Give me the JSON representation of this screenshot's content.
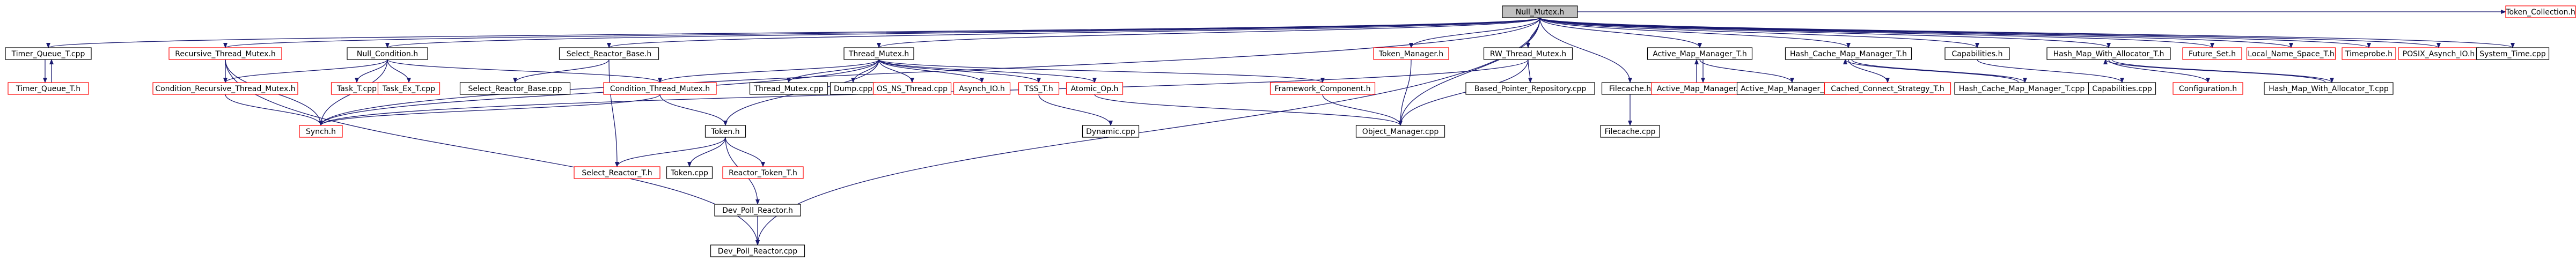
{
  "colors": {
    "edge": "#191970",
    "border_normal": "#000000",
    "border_missing": "#ff0000",
    "fill_normal": "#ffffff",
    "fill_root": "#bfbfbf"
  },
  "nodes": [
    {
      "id": "null_mutex_h",
      "label": "Null_Mutex.h",
      "kind": "root"
    },
    {
      "id": "timer_queue_t_cpp",
      "label": "Timer_Queue_T.cpp",
      "kind": "normal"
    },
    {
      "id": "timer_queue_t_h",
      "label": "Timer_Queue_T.h",
      "kind": "missing"
    },
    {
      "id": "recursive_thread_mutex_h",
      "label": "Recursive_Thread_Mutex.h",
      "kind": "missing"
    },
    {
      "id": "condition_recursive_thread_mutex_h",
      "label": "Condition_Recursive_Thread_Mutex.h",
      "kind": "missing"
    },
    {
      "id": "null_condition_h",
      "label": "Null_Condition.h",
      "kind": "normal"
    },
    {
      "id": "task_t_cpp",
      "label": "Task_T.cpp",
      "kind": "missing"
    },
    {
      "id": "task_ex_t_cpp",
      "label": "Task_Ex_T.cpp",
      "kind": "missing"
    },
    {
      "id": "select_reactor_base_h",
      "label": "Select_Reactor_Base.h",
      "kind": "normal"
    },
    {
      "id": "select_reactor_base_cpp",
      "label": "Select_Reactor_Base.cpp",
      "kind": "normal"
    },
    {
      "id": "condition_thread_mutex_h",
      "label": "Condition_Thread_Mutex.h",
      "kind": "missing"
    },
    {
      "id": "synch_h",
      "label": "Synch.h",
      "kind": "missing"
    },
    {
      "id": "thread_mutex_h",
      "label": "Thread_Mutex.h",
      "kind": "normal"
    },
    {
      "id": "thread_mutex_cpp",
      "label": "Thread_Mutex.cpp",
      "kind": "normal"
    },
    {
      "id": "dump_cpp",
      "label": "Dump.cpp",
      "kind": "normal"
    },
    {
      "id": "os_ns_thread_cpp",
      "label": "OS_NS_Thread.cpp",
      "kind": "missing"
    },
    {
      "id": "asynch_io_h",
      "label": "Asynch_IO.h",
      "kind": "missing"
    },
    {
      "id": "tss_t_h",
      "label": "TSS_T.h",
      "kind": "missing"
    },
    {
      "id": "atomic_op_h",
      "label": "Atomic_Op.h",
      "kind": "missing"
    },
    {
      "id": "token_h",
      "label": "Token.h",
      "kind": "normal"
    },
    {
      "id": "select_reactor_t_h",
      "label": "Select_Reactor_T.h",
      "kind": "missing"
    },
    {
      "id": "token_cpp",
      "label": "Token.cpp",
      "kind": "normal"
    },
    {
      "id": "reactor_token_t_h",
      "label": "Reactor_Token_T.h",
      "kind": "missing"
    },
    {
      "id": "dev_poll_reactor_h",
      "label": "Dev_Poll_Reactor.h",
      "kind": "normal"
    },
    {
      "id": "dev_poll_reactor_cpp",
      "label": "Dev_Poll_Reactor.cpp",
      "kind": "normal"
    },
    {
      "id": "dynamic_cpp",
      "label": "Dynamic.cpp",
      "kind": "normal"
    },
    {
      "id": "token_manager_h",
      "label": "Token_Manager.h",
      "kind": "missing"
    },
    {
      "id": "framework_component_h",
      "label": "Framework_Component.h",
      "kind": "missing"
    },
    {
      "id": "rw_thread_mutex_h",
      "label": "RW_Thread_Mutex.h",
      "kind": "normal"
    },
    {
      "id": "based_pointer_repository_cpp",
      "label": "Based_Pointer_Repository.cpp",
      "kind": "normal"
    },
    {
      "id": "object_manager_cpp",
      "label": "Object_Manager.cpp",
      "kind": "normal"
    },
    {
      "id": "filecache_h",
      "label": "Filecache.h",
      "kind": "normal"
    },
    {
      "id": "filecache_cpp",
      "label": "Filecache.cpp",
      "kind": "normal"
    },
    {
      "id": "active_map_manager_t_h",
      "label": "Active_Map_Manager_T.h",
      "kind": "normal"
    },
    {
      "id": "active_map_manager_h",
      "label": "Active_Map_Manager.h",
      "kind": "missing"
    },
    {
      "id": "active_map_manager_t_cpp",
      "label": "Active_Map_Manager_T.cpp",
      "kind": "normal"
    },
    {
      "id": "hash_cache_map_manager_t_h",
      "label": "Hash_Cache_Map_Manager_T.h",
      "kind": "normal"
    },
    {
      "id": "cached_connect_strategy_t_h",
      "label": "Cached_Connect_Strategy_T.h",
      "kind": "missing"
    },
    {
      "id": "hash_cache_map_manager_t_cpp",
      "label": "Hash_Cache_Map_Manager_T.cpp",
      "kind": "normal"
    },
    {
      "id": "capabilities_h",
      "label": "Capabilities.h",
      "kind": "normal"
    },
    {
      "id": "capabilities_cpp",
      "label": "Capabilities.cpp",
      "kind": "normal"
    },
    {
      "id": "hash_map_with_allocator_t_h",
      "label": "Hash_Map_With_Allocator_T.h",
      "kind": "normal"
    },
    {
      "id": "configuration_h",
      "label": "Configuration.h",
      "kind": "missing"
    },
    {
      "id": "hash_map_with_allocator_t_cpp",
      "label": "Hash_Map_With_Allocator_T.cpp",
      "kind": "normal"
    },
    {
      "id": "future_set_h",
      "label": "Future_Set.h",
      "kind": "missing"
    },
    {
      "id": "local_name_space_t_h",
      "label": "Local_Name_Space_T.h",
      "kind": "missing"
    },
    {
      "id": "timeprobe_h",
      "label": "Timeprobe.h",
      "kind": "missing"
    },
    {
      "id": "posix_asynch_io_h",
      "label": "POSIX_Asynch_IO.h",
      "kind": "missing"
    },
    {
      "id": "system_time_cpp",
      "label": "System_Time.cpp",
      "kind": "normal"
    },
    {
      "id": "token_collection_h",
      "label": "Token_Collection.h",
      "kind": "missing"
    }
  ],
  "edges": [
    [
      "null_mutex_h",
      "timer_queue_t_cpp"
    ],
    [
      "null_mutex_h",
      "recursive_thread_mutex_h"
    ],
    [
      "null_mutex_h",
      "null_condition_h"
    ],
    [
      "null_mutex_h",
      "select_reactor_base_h"
    ],
    [
      "null_mutex_h",
      "thread_mutex_h"
    ],
    [
      "null_mutex_h",
      "token_manager_h"
    ],
    [
      "null_mutex_h",
      "rw_thread_mutex_h"
    ],
    [
      "null_mutex_h",
      "filecache_h"
    ],
    [
      "null_mutex_h",
      "active_map_manager_t_h"
    ],
    [
      "null_mutex_h",
      "hash_cache_map_manager_t_h"
    ],
    [
      "null_mutex_h",
      "capabilities_h"
    ],
    [
      "null_mutex_h",
      "hash_map_with_allocator_t_h"
    ],
    [
      "null_mutex_h",
      "future_set_h"
    ],
    [
      "null_mutex_h",
      "local_name_space_t_h"
    ],
    [
      "null_mutex_h",
      "timeprobe_h"
    ],
    [
      "null_mutex_h",
      "posix_asynch_io_h"
    ],
    [
      "null_mutex_h",
      "system_time_cpp"
    ],
    [
      "null_mutex_h",
      "token_collection_h"
    ],
    [
      "null_mutex_h",
      "synch_h"
    ],
    [
      "null_mutex_h",
      "object_manager_cpp"
    ],
    [
      "null_mutex_h",
      "dev_poll_reactor_cpp"
    ],
    [
      "timer_queue_t_cpp",
      "timer_queue_t_h"
    ],
    [
      "timer_queue_t_h",
      "timer_queue_t_cpp"
    ],
    [
      "recursive_thread_mutex_h",
      "condition_recursive_thread_mutex_h"
    ],
    [
      "recursive_thread_mutex_h",
      "synch_h"
    ],
    [
      "recursive_thread_mutex_h",
      "dev_poll_reactor_cpp"
    ],
    [
      "condition_recursive_thread_mutex_h",
      "synch_h"
    ],
    [
      "null_condition_h",
      "condition_recursive_thread_mutex_h"
    ],
    [
      "null_condition_h",
      "task_t_cpp"
    ],
    [
      "null_condition_h",
      "task_ex_t_cpp"
    ],
    [
      "null_condition_h",
      "condition_thread_mutex_h"
    ],
    [
      "null_condition_h",
      "synch_h"
    ],
    [
      "select_reactor_base_h",
      "select_reactor_base_cpp"
    ],
    [
      "select_reactor_base_h",
      "select_reactor_t_h"
    ],
    [
      "thread_mutex_h",
      "condition_thread_mutex_h"
    ],
    [
      "thread_mutex_h",
      "thread_mutex_cpp"
    ],
    [
      "thread_mutex_h",
      "dump_cpp"
    ],
    [
      "thread_mutex_h",
      "os_ns_thread_cpp"
    ],
    [
      "thread_mutex_h",
      "asynch_io_h"
    ],
    [
      "thread_mutex_h",
      "tss_t_h"
    ],
    [
      "thread_mutex_h",
      "atomic_op_h"
    ],
    [
      "thread_mutex_h",
      "framework_component_h"
    ],
    [
      "thread_mutex_h",
      "token_h"
    ],
    [
      "thread_mutex_h",
      "synch_h"
    ],
    [
      "condition_thread_mutex_h",
      "token_h"
    ],
    [
      "condition_thread_mutex_h",
      "synch_h"
    ],
    [
      "token_h",
      "select_reactor_t_h"
    ],
    [
      "token_h",
      "token_cpp"
    ],
    [
      "token_h",
      "reactor_token_t_h"
    ],
    [
      "token_h",
      "dev_poll_reactor_h"
    ],
    [
      "dev_poll_reactor_h",
      "dev_poll_reactor_cpp"
    ],
    [
      "tss_t_h",
      "dynamic_cpp"
    ],
    [
      "atomic_op_h",
      "object_manager_cpp"
    ],
    [
      "framework_component_h",
      "object_manager_cpp"
    ],
    [
      "token_manager_h",
      "object_manager_cpp"
    ],
    [
      "rw_thread_mutex_h",
      "based_pointer_repository_cpp"
    ],
    [
      "rw_thread_mutex_h",
      "object_manager_cpp"
    ],
    [
      "rw_thread_mutex_h",
      "synch_h"
    ],
    [
      "filecache_h",
      "filecache_cpp"
    ],
    [
      "active_map_manager_t_h",
      "active_map_manager_h"
    ],
    [
      "active_map_manager_h",
      "active_map_manager_t_h"
    ],
    [
      "active_map_manager_t_h",
      "active_map_manager_t_cpp"
    ],
    [
      "hash_cache_map_manager_t_h",
      "cached_connect_strategy_t_h"
    ],
    [
      "hash_cache_map_manager_t_h",
      "hash_cache_map_manager_t_cpp"
    ],
    [
      "hash_cache_map_manager_t_cpp",
      "hash_cache_map_manager_t_h"
    ],
    [
      "capabilities_h",
      "capabilities_cpp"
    ],
    [
      "hash_map_with_allocator_t_h",
      "configuration_h"
    ],
    [
      "hash_map_with_allocator_t_h",
      "hash_map_with_allocator_t_cpp"
    ],
    [
      "hash_map_with_allocator_t_cpp",
      "hash_map_with_allocator_t_h"
    ]
  ]
}
